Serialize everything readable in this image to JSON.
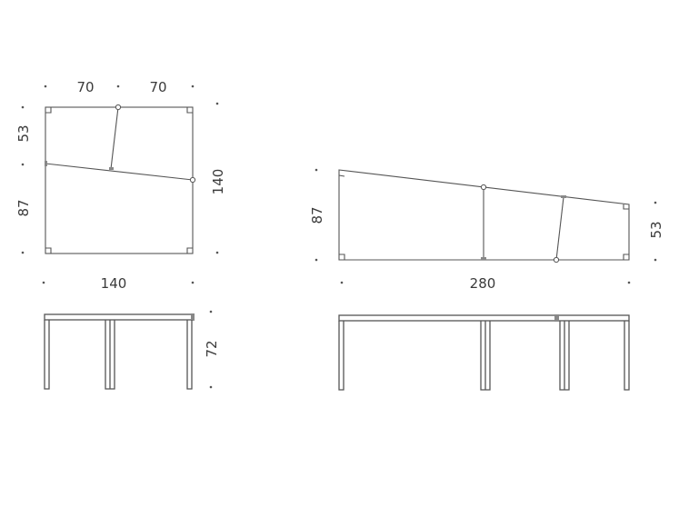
{
  "square_plan": {
    "top_left_width": "70",
    "top_right_width": "70",
    "left_top_depth": "53",
    "left_bottom_depth": "87",
    "right_depth": "140",
    "bottom_width": "140"
  },
  "long_plan": {
    "left_depth": "87",
    "right_depth": "53",
    "bottom_width": "280"
  },
  "elevation": {
    "height": "72"
  },
  "colors": {
    "line": "#555555",
    "text": "#3a3a3a",
    "background": "#ffffff"
  }
}
